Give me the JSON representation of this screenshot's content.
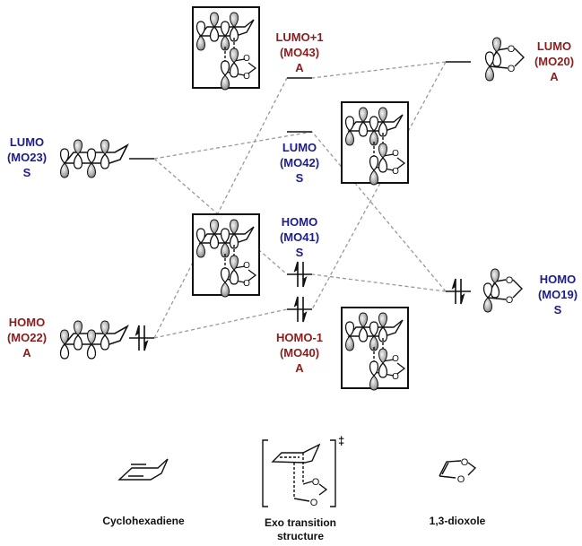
{
  "diagram": {
    "title": "Frontier molecular orbital interaction diagram: cyclohexadiene + 1,3-dioxole exo transition structure",
    "colors": {
      "symmetric": "#1c1c8c",
      "antisymmetric": "#8c1c1c",
      "connector": "#999999",
      "line": "#111111"
    },
    "levels": {
      "diene_lumo": {
        "name": "LUMO",
        "mo": "(MO23)",
        "symmetry": "S",
        "occupied": false
      },
      "diene_homo": {
        "name": "HOMO",
        "mo": "(MO22)",
        "symmetry": "A",
        "occupied": true
      },
      "ts_lumo1": {
        "name": "LUMO+1",
        "mo": "(MO43)",
        "symmetry": "A",
        "occupied": false
      },
      "ts_lumo": {
        "name": "LUMO",
        "mo": "(MO42)",
        "symmetry": "S",
        "occupied": false
      },
      "ts_homo": {
        "name": "HOMO",
        "mo": "(MO41)",
        "symmetry": "S",
        "occupied": true
      },
      "ts_homo1": {
        "name": "HOMO-1",
        "mo": "(MO40)",
        "symmetry": "A",
        "occupied": true
      },
      "diox_lumo": {
        "name": "LUMO",
        "mo": "(MO20)",
        "symmetry": "A",
        "occupied": false
      },
      "diox_homo": {
        "name": "HOMO",
        "mo": "(MO19)",
        "symmetry": "S",
        "occupied": true
      }
    },
    "correlations": [
      [
        "diene_lumo",
        "ts_lumo"
      ],
      [
        "diene_lumo",
        "ts_homo"
      ],
      [
        "diene_homo",
        "ts_lumo1"
      ],
      [
        "diene_homo",
        "ts_homo1"
      ],
      [
        "diox_lumo",
        "ts_lumo1"
      ],
      [
        "diox_lumo",
        "ts_homo1"
      ],
      [
        "diox_homo",
        "ts_lumo"
      ],
      [
        "diox_homo",
        "ts_homo"
      ]
    ],
    "captions": {
      "left": "Cyclohexadiene",
      "middle_line1": "Exo transition",
      "middle_line2": "structure",
      "right": "1,3-dioxole"
    },
    "ts_symbol": "‡",
    "oxygen_label": "O"
  }
}
